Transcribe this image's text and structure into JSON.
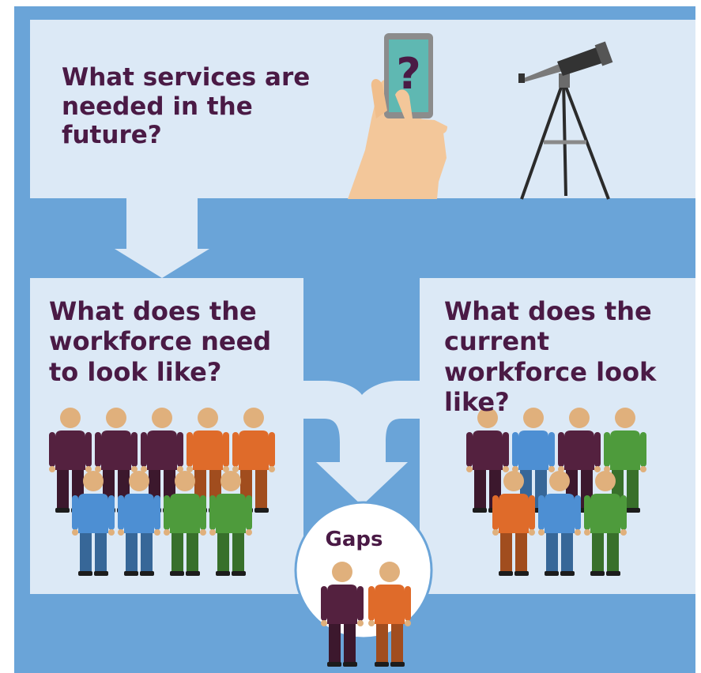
{
  "colors": {
    "background": "#6aa4d8",
    "panel": "#dce9f6",
    "text": "#4a1a45",
    "purple": "#54213f",
    "orange": "#df6b2a",
    "blue": "#4d8fd3",
    "green": "#4e9b3c",
    "skin": "#e0b07c"
  },
  "top_panel": {
    "question": "What services are needed in the future?",
    "icons": [
      "phone-question-icon",
      "telescope-icon"
    ]
  },
  "left_panel": {
    "question": "What does the workforce need to look like?",
    "people": {
      "back_row": [
        "purple",
        "purple",
        "purple",
        "orange",
        "orange"
      ],
      "front_row": [
        "blue",
        "blue",
        "green",
        "green"
      ]
    }
  },
  "right_panel": {
    "question": "What does the current workforce look like?",
    "people": {
      "back_row": [
        "purple",
        "blue",
        "purple",
        "green"
      ],
      "front_row": [
        "orange",
        "blue",
        "green"
      ]
    }
  },
  "gaps": {
    "label": "Gaps",
    "people": [
      "purple",
      "orange"
    ]
  }
}
